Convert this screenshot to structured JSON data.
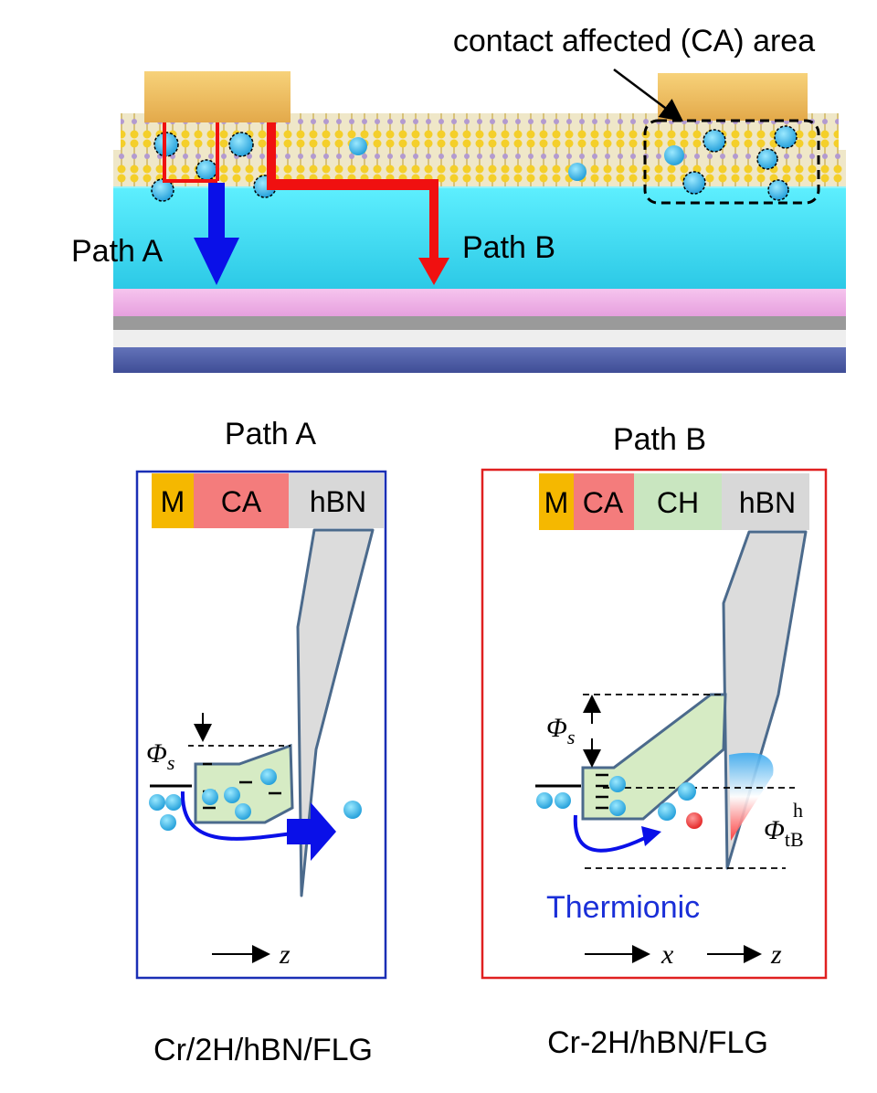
{
  "top": {
    "ca_label": "contact affected (CA) area",
    "path_a_label": "Path A",
    "path_b_label": "Path B"
  },
  "panel_a": {
    "title": "Path A",
    "seg_m": "M",
    "seg_ca": "CA",
    "seg_hbn": "hBN",
    "phi": "Φ",
    "phi_sub": "s",
    "axis_z": "z",
    "caption": "Cr/2H/hBN/FLG"
  },
  "panel_b": {
    "title": "Path B",
    "seg_m": "M",
    "seg_ca": "CA",
    "seg_ch": "CH",
    "seg_hbn": "hBN",
    "phi": "Φ",
    "phi_sub": "s",
    "phi_tb": "Φ",
    "phi_tb_sup": "h",
    "phi_tb_sub": "tB",
    "thermionic": "Thermionic",
    "axis_x": "x",
    "axis_z": "z",
    "caption": "Cr-2H/hBN/FLG"
  },
  "colors": {
    "metal": "#f5b800",
    "ca": "#f47c7c",
    "ch": "#c9e6c0",
    "hbn": "#d8d8d8",
    "band_fill": "#d6ebc4",
    "band_stroke": "#4b6a8c",
    "path_a": "#0a10e8",
    "path_b": "#f01010",
    "hbn_layer": "#3fe0f5",
    "pink_layer": "#f0a8e8",
    "substrate": "#5060a8"
  }
}
